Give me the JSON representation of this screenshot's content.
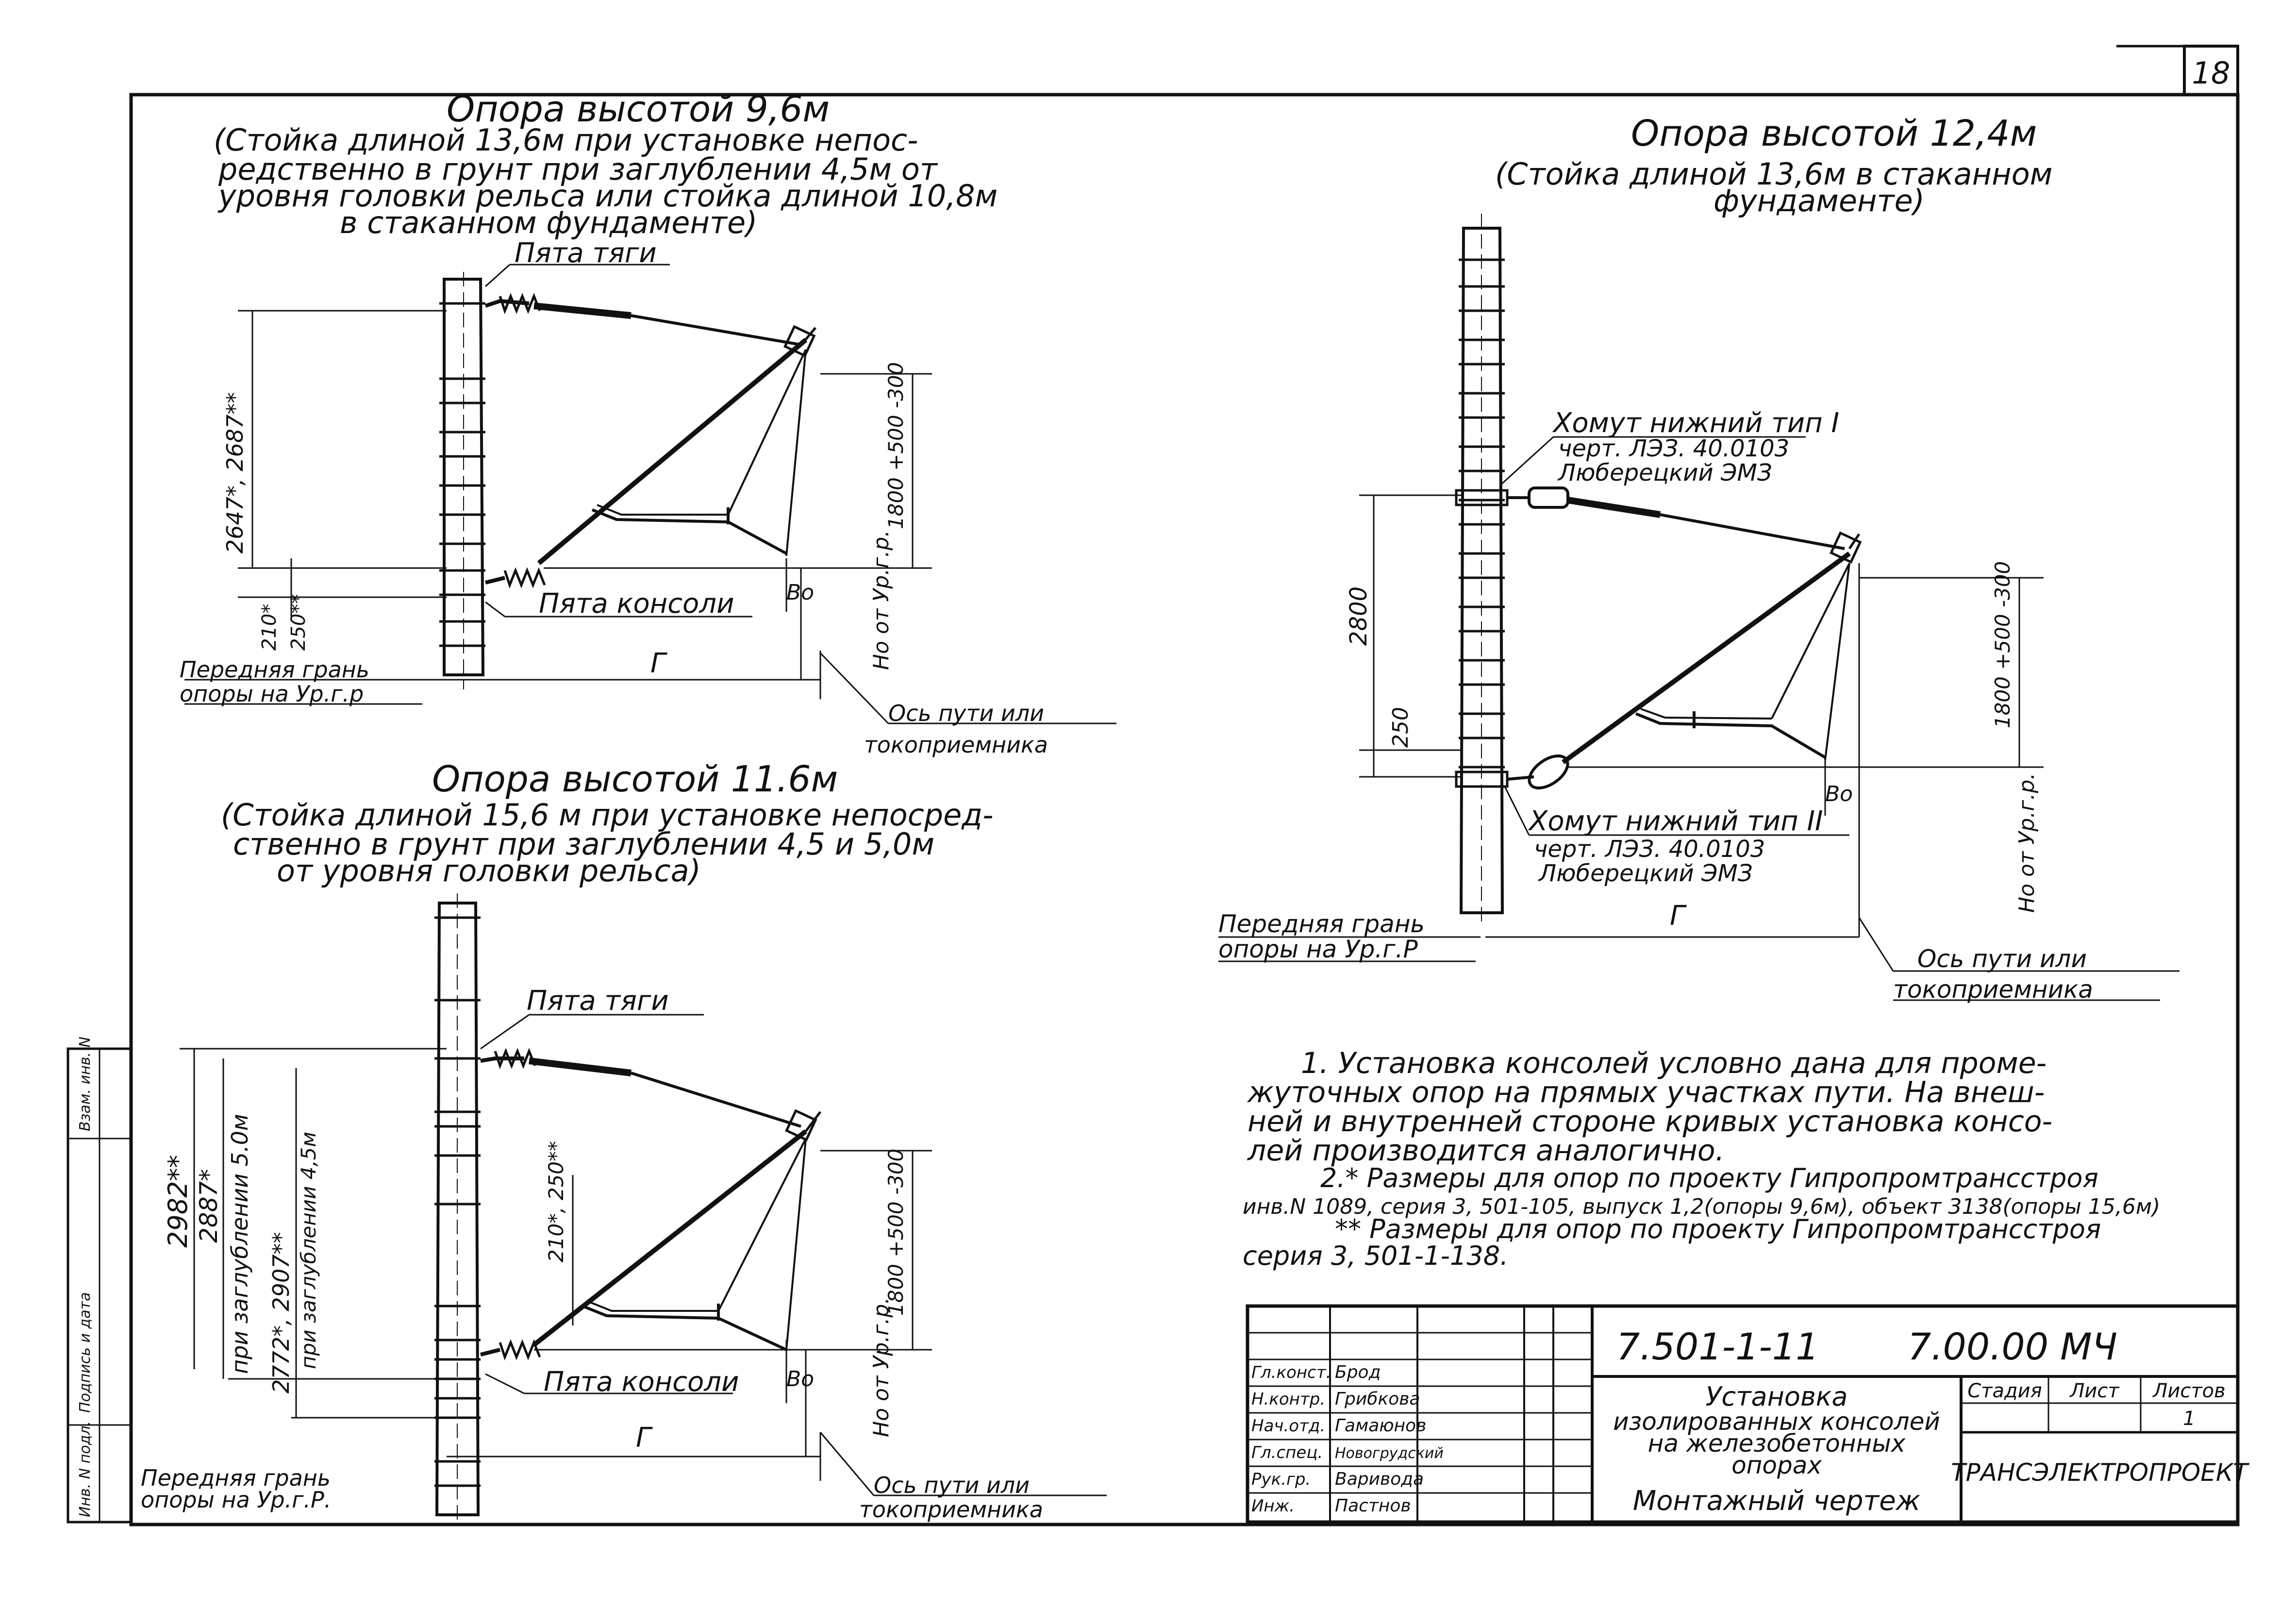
{
  "sheet": {
    "page_number": "18",
    "side_stamp": [
      "Инв. N подл.",
      "Подпись и дата",
      "Взам. инв. N"
    ]
  },
  "fig1": {
    "title": "Опора высотой 9,6м",
    "subtitle": [
      "(Стойка длиной 13,6м при установке непос-",
      "редственно в грунт при заглублении 4,5м от",
      "уровня головки рельса или стойка длиной 10,8м",
      "в стаканном фундаменте)"
    ],
    "pyata_tyagi": "Пята тяги",
    "pyata_konsoli": "Пята консоли",
    "dim_height": "2647*, 2687**",
    "dim_r": "1800 +500 -300",
    "dim_210": "210*",
    "dim_250": "250**",
    "dim_g": "Г",
    "dim_bo": "Во",
    "dim_ho": "Но от Ур.г.р.",
    "front_face": [
      "Передняя грань",
      "опоры на Ур.г.р"
    ],
    "axis": [
      "Ось пути или",
      "токоприемника"
    ]
  },
  "fig2": {
    "title": "Опора высотой 11.6м",
    "subtitle": [
      "(Стойка длиной 15,6 м при установке непосред-",
      "ственно в грунт при заглублении 4,5 и 5,0м",
      "от уровня головки рельса)"
    ],
    "pyata_tyagi": "Пята тяги",
    "pyata_konsoli": "Пята консоли",
    "dim_2982": "2982**",
    "dim_2887": "2887*",
    "dim_2887_note": "при заглублении 5.0м",
    "dim_2772": "2772*, 2907**",
    "dim_2772_note": "при заглублении 4,5м",
    "dim_210": "210*, 250**",
    "dim_r": "1800 +500 -300",
    "dim_g": "Г",
    "dim_bo": "Во",
    "dim_ho": "Но от Ур.г.р.",
    "front_face": [
      "Передняя грань",
      "опоры на Ур.г.Р."
    ],
    "axis": [
      "Ось пути или",
      "токоприемника"
    ]
  },
  "fig3": {
    "title": "Опора высотой 12,4м",
    "subtitle": [
      "(Стойка длиной 13,6м в стаканном",
      "фундаменте)"
    ],
    "clamp1": [
      "Хомут нижний тип I",
      "черт. ЛЭЗ. 40.0103",
      "Люберецкий ЭМЗ"
    ],
    "clamp2": [
      "Хомут нижний тип II",
      "черт. ЛЭЗ. 40.0103",
      "Люберецкий ЭМЗ"
    ],
    "dim_2800": "2800",
    "dim_250": "250",
    "dim_r": "1800 +500 -300",
    "dim_g": "Г",
    "dim_bo": "Во",
    "dim_ho": "Но от Ур.г.р.",
    "front_face": [
      "Передняя грань",
      "опоры на Ур.г.Р"
    ],
    "axis": [
      "Ось пути или",
      "токоприемника"
    ]
  },
  "notes": [
    "1. Установка консолей условно дана для проме-",
    "жуточных опор на прямых участках пути. На внеш-",
    "ней и внутренней стороне кривых установка консо-",
    "лей производится аналогично.",
    "2.* Размеры для опор по проекту Гипропромтрансстроя",
    "инв.N 1089, серия 3, 501-105, выпуск 1,2(опоры 9,6м), объект 3138(опоры 15,6м)",
    "** Размеры для опор по проекту Гипропромтрансстроя",
    "серия 3, 501-1-138."
  ],
  "title_block": {
    "code": "7.501-1-11",
    "doc": "7.00.00 МЧ",
    "name": [
      "Установка",
      "изолированных консолей",
      "на железобетонных",
      "опорах"
    ],
    "drawing_type": "Монтажный чертеж",
    "stage_label": "Стадия",
    "sheet_label": "Лист",
    "sheets_label": "Листов",
    "sheets_value": "1",
    "org": "ТРАНСЭЛЕКТРОПРОЕКТ",
    "roles": [
      "Гл.конст.",
      "Н.контр.",
      "Нач.отд.",
      "Гл.спец.",
      "Рук.гр.",
      "Инж."
    ],
    "names": [
      "Брод",
      "Грибкова",
      "Гамаюнов",
      "Новогрудский",
      "Варивода",
      "Пастнов"
    ]
  }
}
